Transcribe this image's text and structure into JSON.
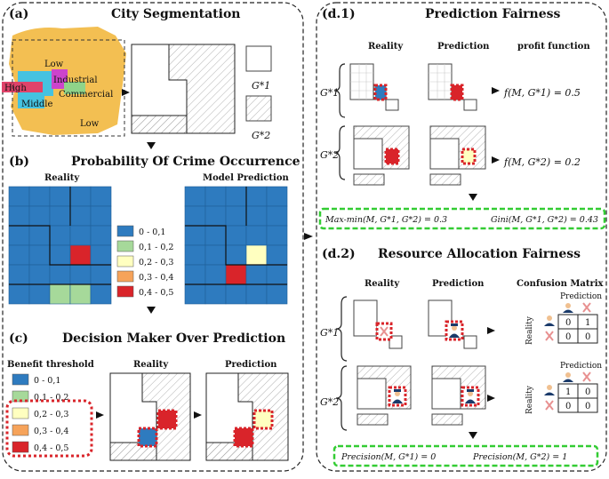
{
  "panels": {
    "a": {
      "tag": "(a)",
      "title": "City Segmentation"
    },
    "b": {
      "tag": "(b)",
      "title": "Probability Of Crime Occurrence",
      "left_label": "Reality",
      "right_label": "Model Prediction"
    },
    "c": {
      "tag": "(c)",
      "title": "Decision Maker Over Prediction",
      "threshold_label": "Benefit threshold",
      "mid_label": "Reality",
      "right_label": "Prediction"
    },
    "d1": {
      "tag": "(d.1)",
      "title": "Prediction Fairness",
      "col1": "Reality",
      "col2": "Prediction",
      "col3": "profit function",
      "f1": "f(M, G*1) = 0.5",
      "f2": "f(M, G*2) = 0.2",
      "maxmin": "Max-min(M, G*1, G*2) = 0.3",
      "gini": "Gini(M, G*1, G*2) = 0.43"
    },
    "d2": {
      "tag": "(d.2)",
      "title": "Resource Allocation Fairness",
      "col1": "Reality",
      "col2": "Prediction",
      "col3": "Confusion Matrix",
      "cm_header": "Prediction",
      "cm_side": "Reality",
      "cm1": [
        "0",
        "1",
        "0",
        "0"
      ],
      "cm2": [
        "1",
        "0",
        "0",
        "0"
      ],
      "prec1": "Precision(M, G*1) = 0",
      "prec2": "Precision(M, G*2) = 1"
    }
  },
  "regions": [
    "Low",
    "Industrial",
    "Commercial",
    "High",
    "Middle",
    "Low"
  ],
  "groups": {
    "g1": "G*1",
    "g2": "G*2"
  },
  "legend": [
    {
      "range": "0 - 0,1",
      "color": "#2e7bbf"
    },
    {
      "range": "0,1 - 0,2",
      "color": "#a6d99a"
    },
    {
      "range": "0,2 - 0,3",
      "color": "#ffffc0"
    },
    {
      "range": "0,3 - 0,4",
      "color": "#f6a35a"
    },
    {
      "range": "0,4 - 0,5",
      "color": "#d9242a"
    }
  ],
  "colors": {
    "dashed_green": "#33cc33",
    "dotted_red": "#d9242a",
    "map_orange": "#f3bf52"
  },
  "icons": [
    "police-officer-icon",
    "cross-icon",
    "arrow-icon"
  ]
}
